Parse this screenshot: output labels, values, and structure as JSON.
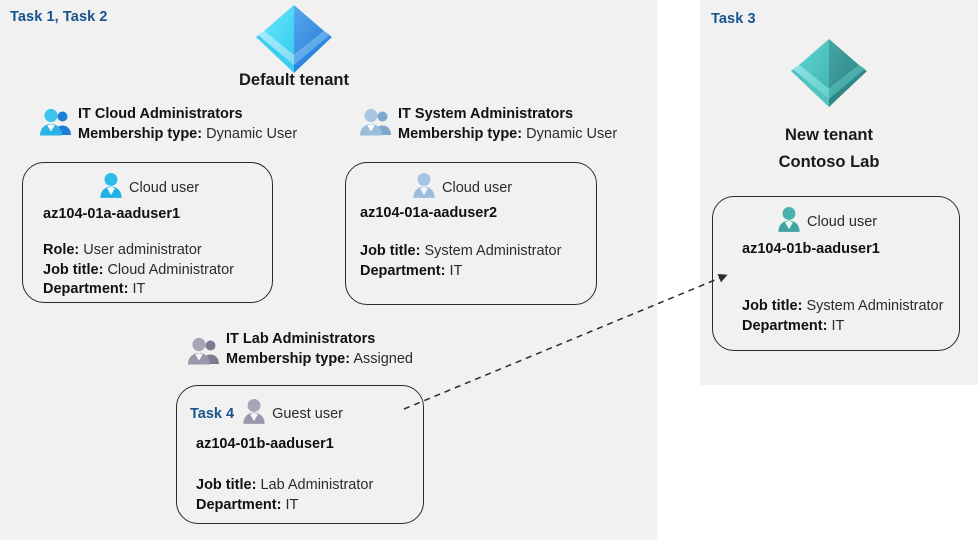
{
  "colors": {
    "panel_bg": "#f1f1f1",
    "task_label": "#17548c",
    "tenant_blue_light": "#50dcf5",
    "tenant_blue_dark": "#3f93e8",
    "tenant_teal_light": "#5fd3cf",
    "tenant_teal_dark": "#3e9f9b",
    "user_cyan": "#29b6e8",
    "user_steel": "#9ec0e0",
    "user_gray": "#9a9aae",
    "user_teal": "#3fa9a7",
    "card_border": "#2b2b2b",
    "text": "#2b2b2b",
    "text_bold": "#111111"
  },
  "left_panel": {
    "task_label": "Task 1, Task 2",
    "tenant": {
      "title": "Default tenant",
      "icon": "azure-tenant-icon"
    },
    "groups": [
      {
        "id": "it-cloud-administrators",
        "icon": "group-people-icon",
        "name": "IT Cloud Administrators",
        "membership_label": "Membership type:",
        "membership_value": "Dynamic User",
        "card": {
          "user_icon": "cloud-user-icon",
          "user_type": "Cloud user",
          "username": "az104-01a-aaduser1",
          "attributes": [
            {
              "label": "Role:",
              "value": "User administrator"
            },
            {
              "label": "Job title:",
              "value": "Cloud Administrator"
            },
            {
              "label": "Department:",
              "value": "IT"
            }
          ]
        }
      },
      {
        "id": "it-system-administrators",
        "icon": "group-people-icon",
        "name": "IT System Administrators",
        "membership_label": "Membership type:",
        "membership_value": "Dynamic User",
        "card": {
          "user_icon": "cloud-user-icon",
          "user_type": "Cloud user",
          "username": "az104-01a-aaduser2",
          "attributes": [
            {
              "label": "Job title:",
              "value": "System Administrator"
            },
            {
              "label": "Department:",
              "value": "IT"
            }
          ]
        }
      },
      {
        "id": "it-lab-administrators",
        "icon": "group-people-icon",
        "name": "IT Lab Administrators",
        "membership_label": "Membership type:",
        "membership_value": "Assigned",
        "card": {
          "task_inline": "Task 4",
          "user_icon": "guest-user-icon",
          "user_type": "Guest user",
          "username": "az104-01b-aaduser1",
          "attributes": [
            {
              "label": "Job title:",
              "value": "Lab Administrator"
            },
            {
              "label": "Department:",
              "value": "IT"
            }
          ]
        }
      }
    ]
  },
  "right_panel": {
    "task_label": "Task 3",
    "tenant": {
      "title_line1": "New  tenant",
      "title_line2": "Contoso Lab",
      "icon": "azure-tenant-icon"
    },
    "card": {
      "user_icon": "cloud-user-icon",
      "user_type": "Cloud user",
      "username": "az104-01b-aaduser1",
      "attributes": [
        {
          "label": "Job title:",
          "value": "System Administrator"
        },
        {
          "label": "Department:",
          "value": "IT"
        }
      ]
    }
  },
  "connector": {
    "style": "dashed-arrow",
    "from": "guest-user-card",
    "to": "new-tenant-cloud-user-card"
  }
}
